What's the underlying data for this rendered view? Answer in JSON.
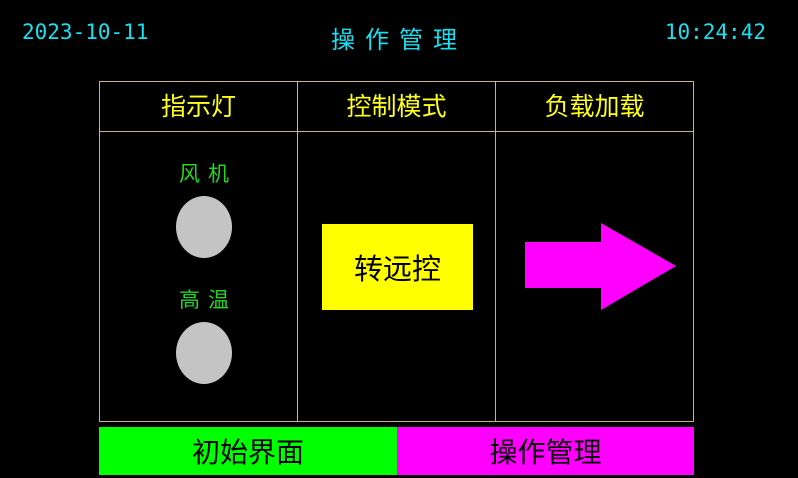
{
  "header": {
    "date": "2023-10-11",
    "title": "操作管理",
    "time": "10:24:42"
  },
  "table": {
    "columns": [
      "指示灯",
      "控制模式",
      "负载加载"
    ]
  },
  "indicators": [
    {
      "label": "风机",
      "state": "off"
    },
    {
      "label": "高温",
      "state": "off"
    }
  ],
  "control": {
    "remote_button": "转远控"
  },
  "load": {
    "icon": "arrow-right-icon",
    "color": "#ff00ff"
  },
  "nav": {
    "home": "初始界面",
    "operation": "操作管理"
  },
  "colors": {
    "header_text": "#19e0f0",
    "column_header": "#ffff1a",
    "indicator_label": "#20d820",
    "lamp_off": "#c4c4c4",
    "remote_button_bg": "#ffff00",
    "nav_home_bg": "#00ff00",
    "nav_operation_bg": "#ff00ff"
  }
}
